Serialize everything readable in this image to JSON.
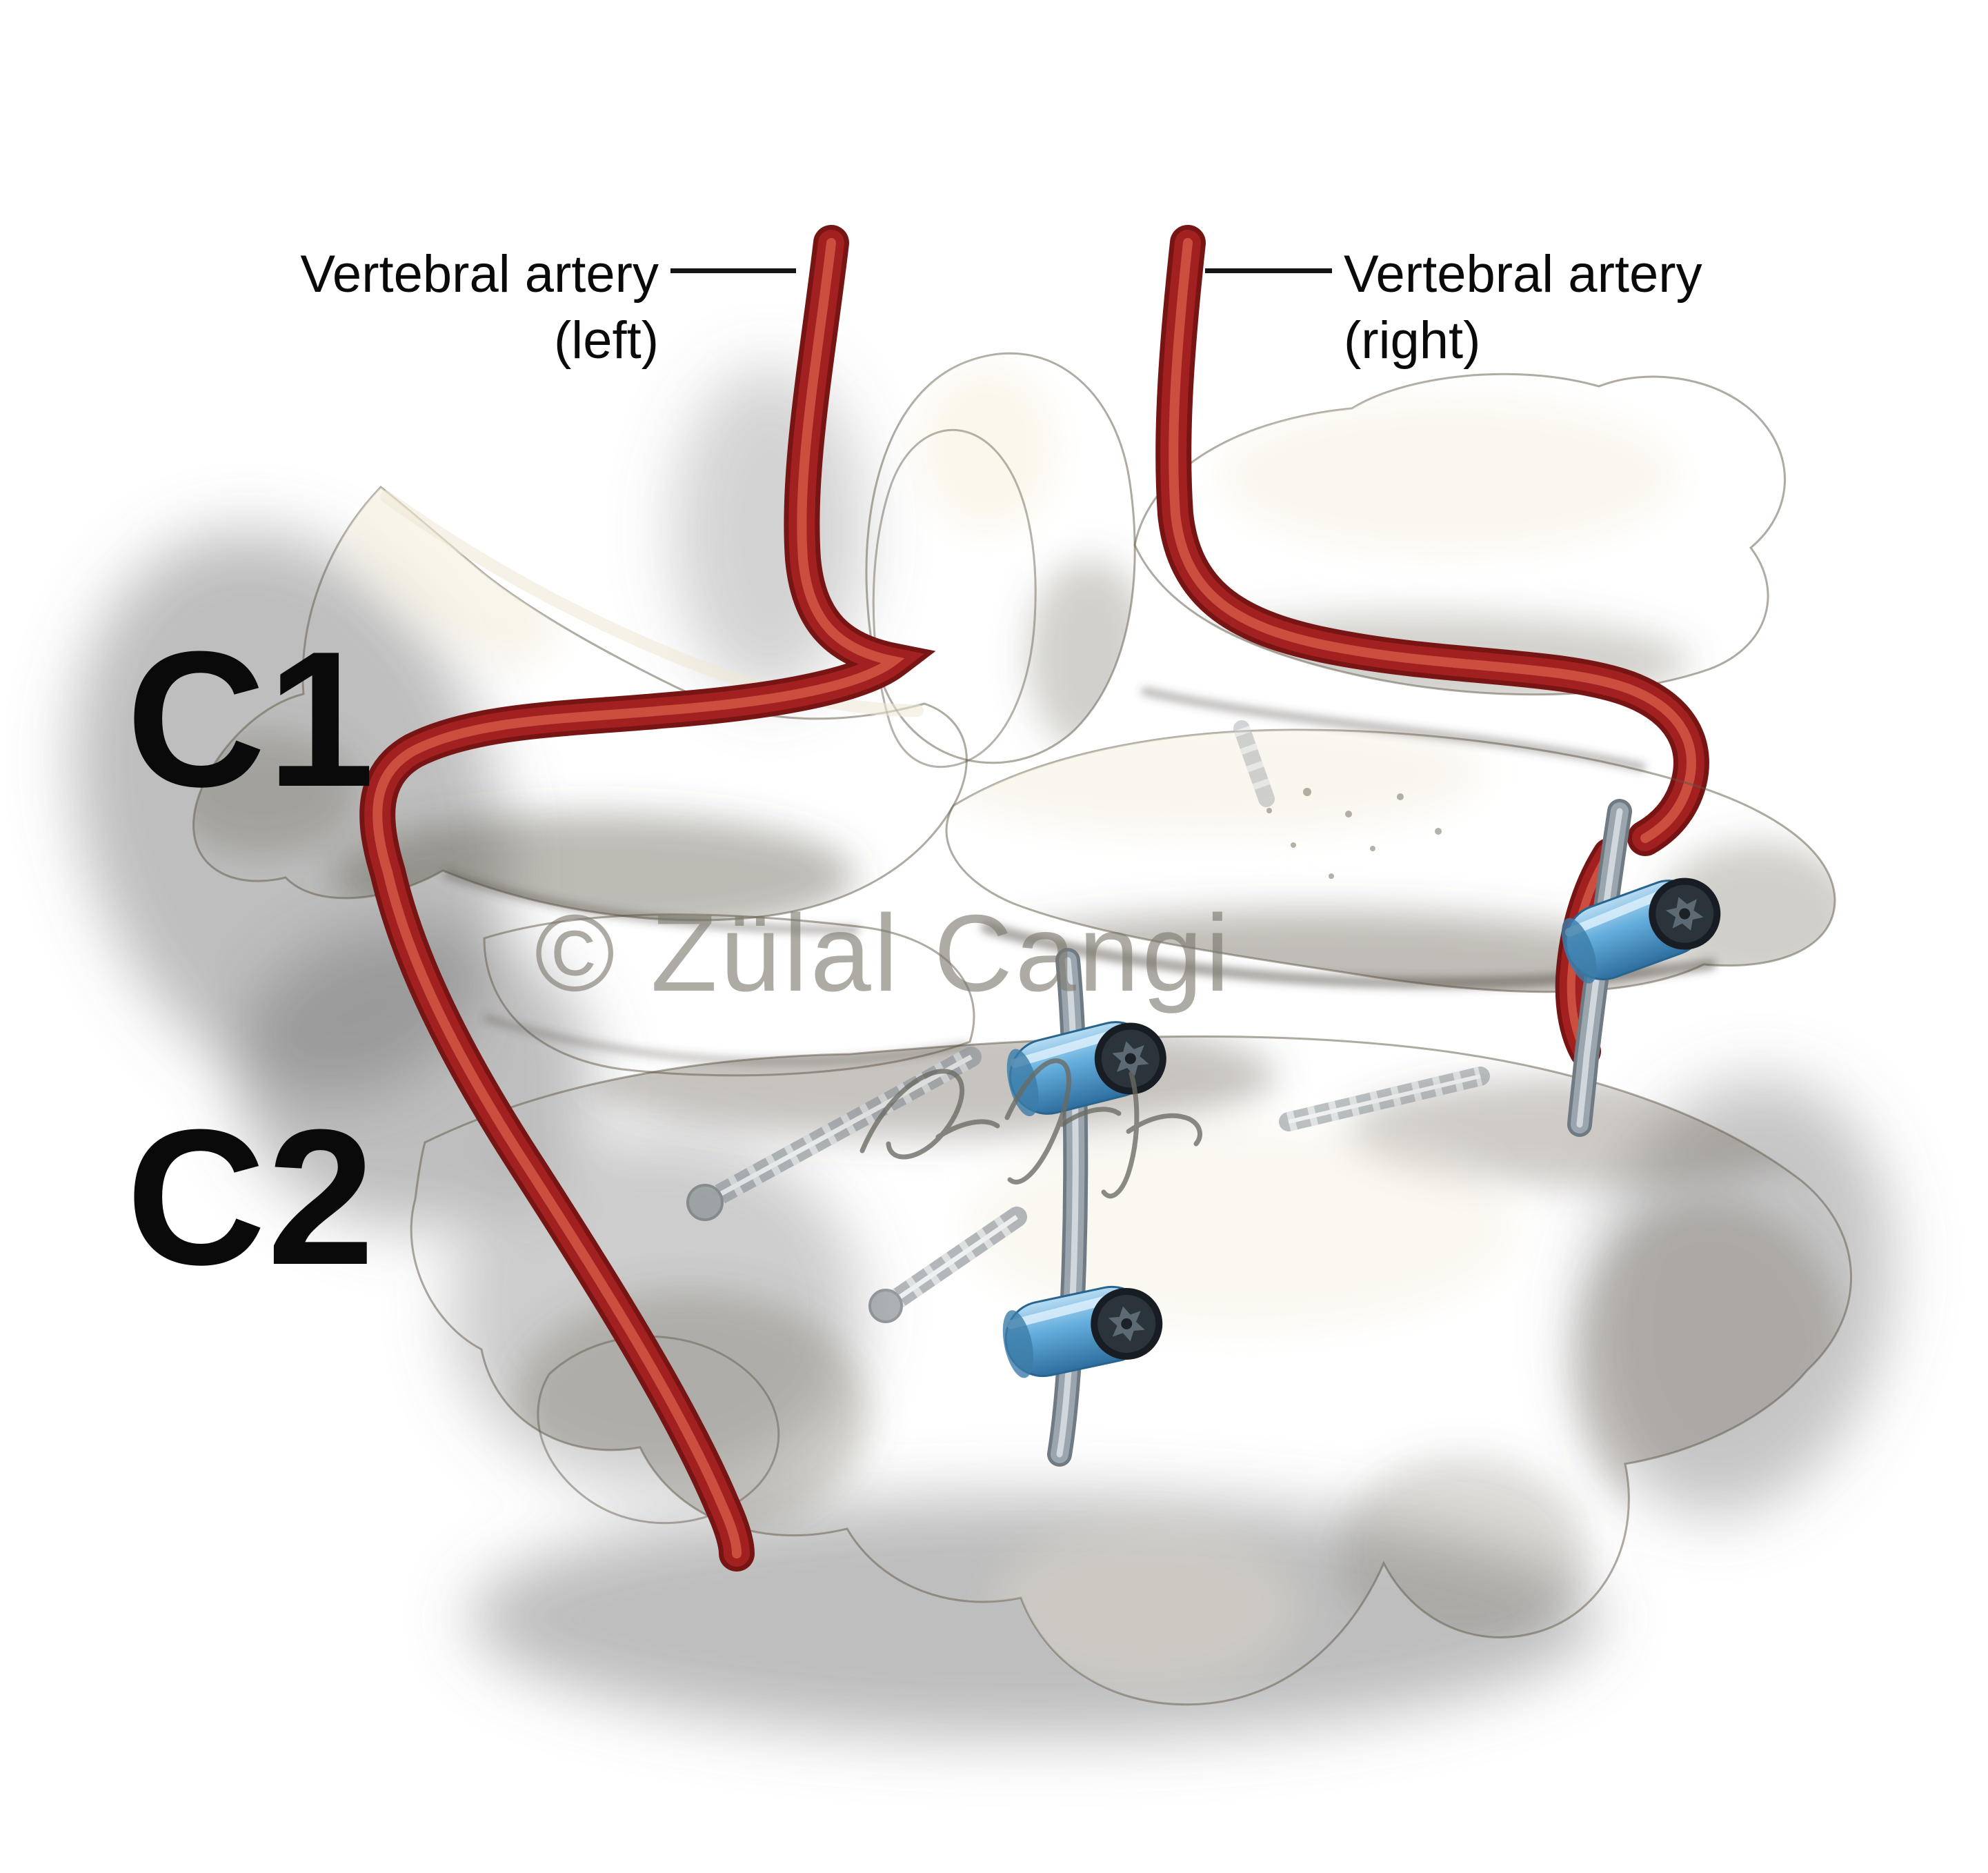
{
  "labels": {
    "artery_left_line1": "Vertebral artery",
    "artery_left_line2": "(left)",
    "artery_right_line1": "Vertebral artery",
    "artery_right_line2": "(right)",
    "vertebra_c1": "C1",
    "vertebra_c2": "C2"
  },
  "watermark": {
    "copyright": "© Zülal Cangi"
  },
  "colors": {
    "background": "#ffffff",
    "label_text": "#0a0a0a",
    "bone_light": "#f0e9d8",
    "bone_mid": "#c9bda2",
    "bone_dark": "#8e8268",
    "artery_red": "#a32020",
    "artery_dark": "#771414",
    "artery_highlight": "#cd5140",
    "screw_head_blue": "#64aedd",
    "torx_dark": "#171d22",
    "rod_gray": "#9aa5ae",
    "shadow_gray": "#6e6e6e",
    "watermark_gray": "#7a776c"
  }
}
